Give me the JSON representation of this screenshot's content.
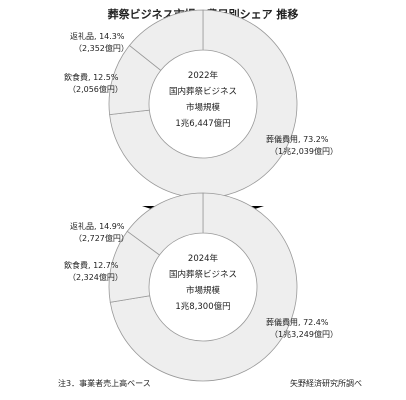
{
  "title": "葬祭ビジネス市場の費目別シェア 推移",
  "footnote_left": "注3．事業者売上高ベース",
  "footnote_right": "矢野経済研究所調べ",
  "colors": {
    "slice_fill": "#eeeeee",
    "slice_stroke": "#999999",
    "center_fill": "#ffffff",
    "arrow": "#000000"
  },
  "chart_data": [
    {
      "type": "pie",
      "donut": true,
      "center_text": [
        "2022年",
        "国内葬祭ビジネス",
        "市場規模",
        "1兆6,447億円"
      ],
      "slices": [
        {
          "name": "葬儀費用",
          "value": 73.2,
          "amount": "1兆2,039億円",
          "label": "葬儀費用, 73.2%",
          "sublabel": "（1兆2,039億円）"
        },
        {
          "name": "飲食費",
          "value": 12.5,
          "amount": "2,056億円",
          "label": "飲食費, 12.5%",
          "sublabel": "（2,056億円）"
        },
        {
          "name": "返礼品",
          "value": 14.3,
          "amount": "2,352億円",
          "label": "返礼品, 14.3%",
          "sublabel": "（2,352億円）"
        }
      ]
    },
    {
      "type": "pie",
      "donut": true,
      "center_text": [
        "2024年",
        "国内葬祭ビジネス",
        "市場規模",
        "1兆8,300億円"
      ],
      "slices": [
        {
          "name": "葬儀費用",
          "value": 72.4,
          "amount": "1兆3,249億円",
          "label": "葬儀費用, 72.4%",
          "sublabel": "（1兆3,249億円）"
        },
        {
          "name": "飲食費",
          "value": 12.7,
          "amount": "2,324億円",
          "label": "飲食費, 12.7%",
          "sublabel": "（2,324億円）"
        },
        {
          "name": "返礼品",
          "value": 14.9,
          "amount": "2,727億円",
          "label": "返礼品, 14.9%",
          "sublabel": "（2,727億円）"
        }
      ]
    }
  ]
}
